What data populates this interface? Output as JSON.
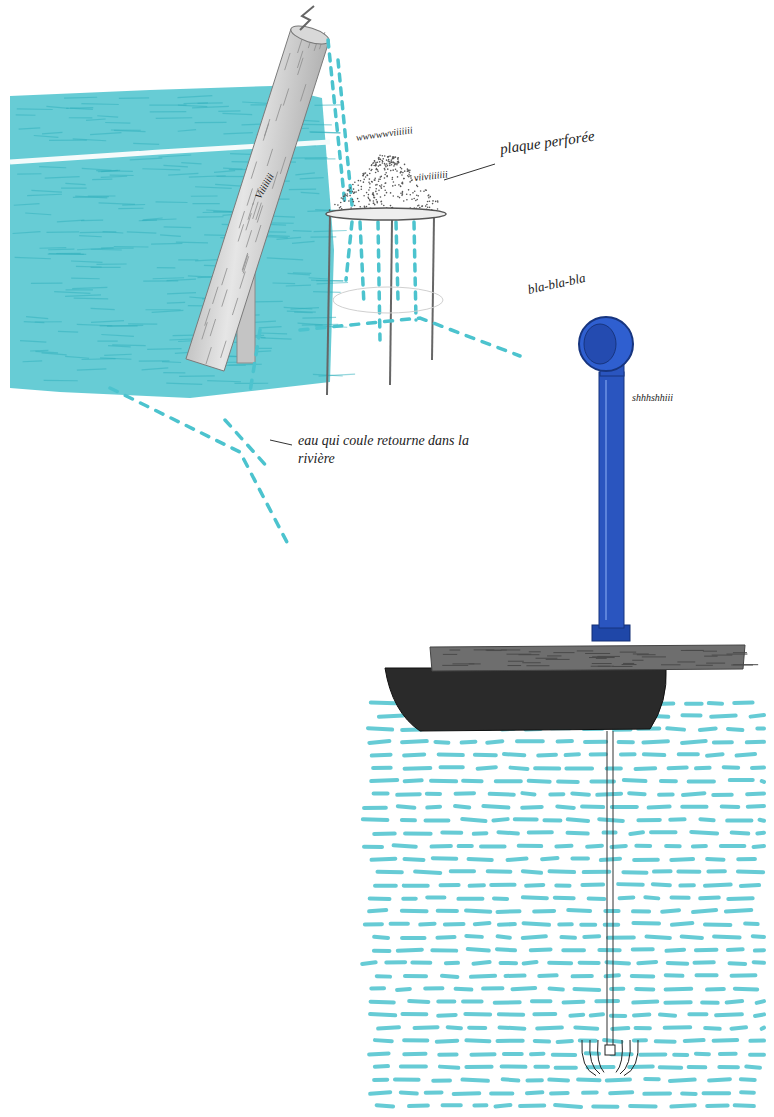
{
  "diagram": {
    "labels": [
      "wwwwwviiiiiii",
      "viiviiiiiii",
      "plaque perforée",
      "Viiiiiiii",
      "eau qui coule retourne dans la rivière",
      "bla-bla-bla",
      "shhhshhiii"
    ]
  }
}
